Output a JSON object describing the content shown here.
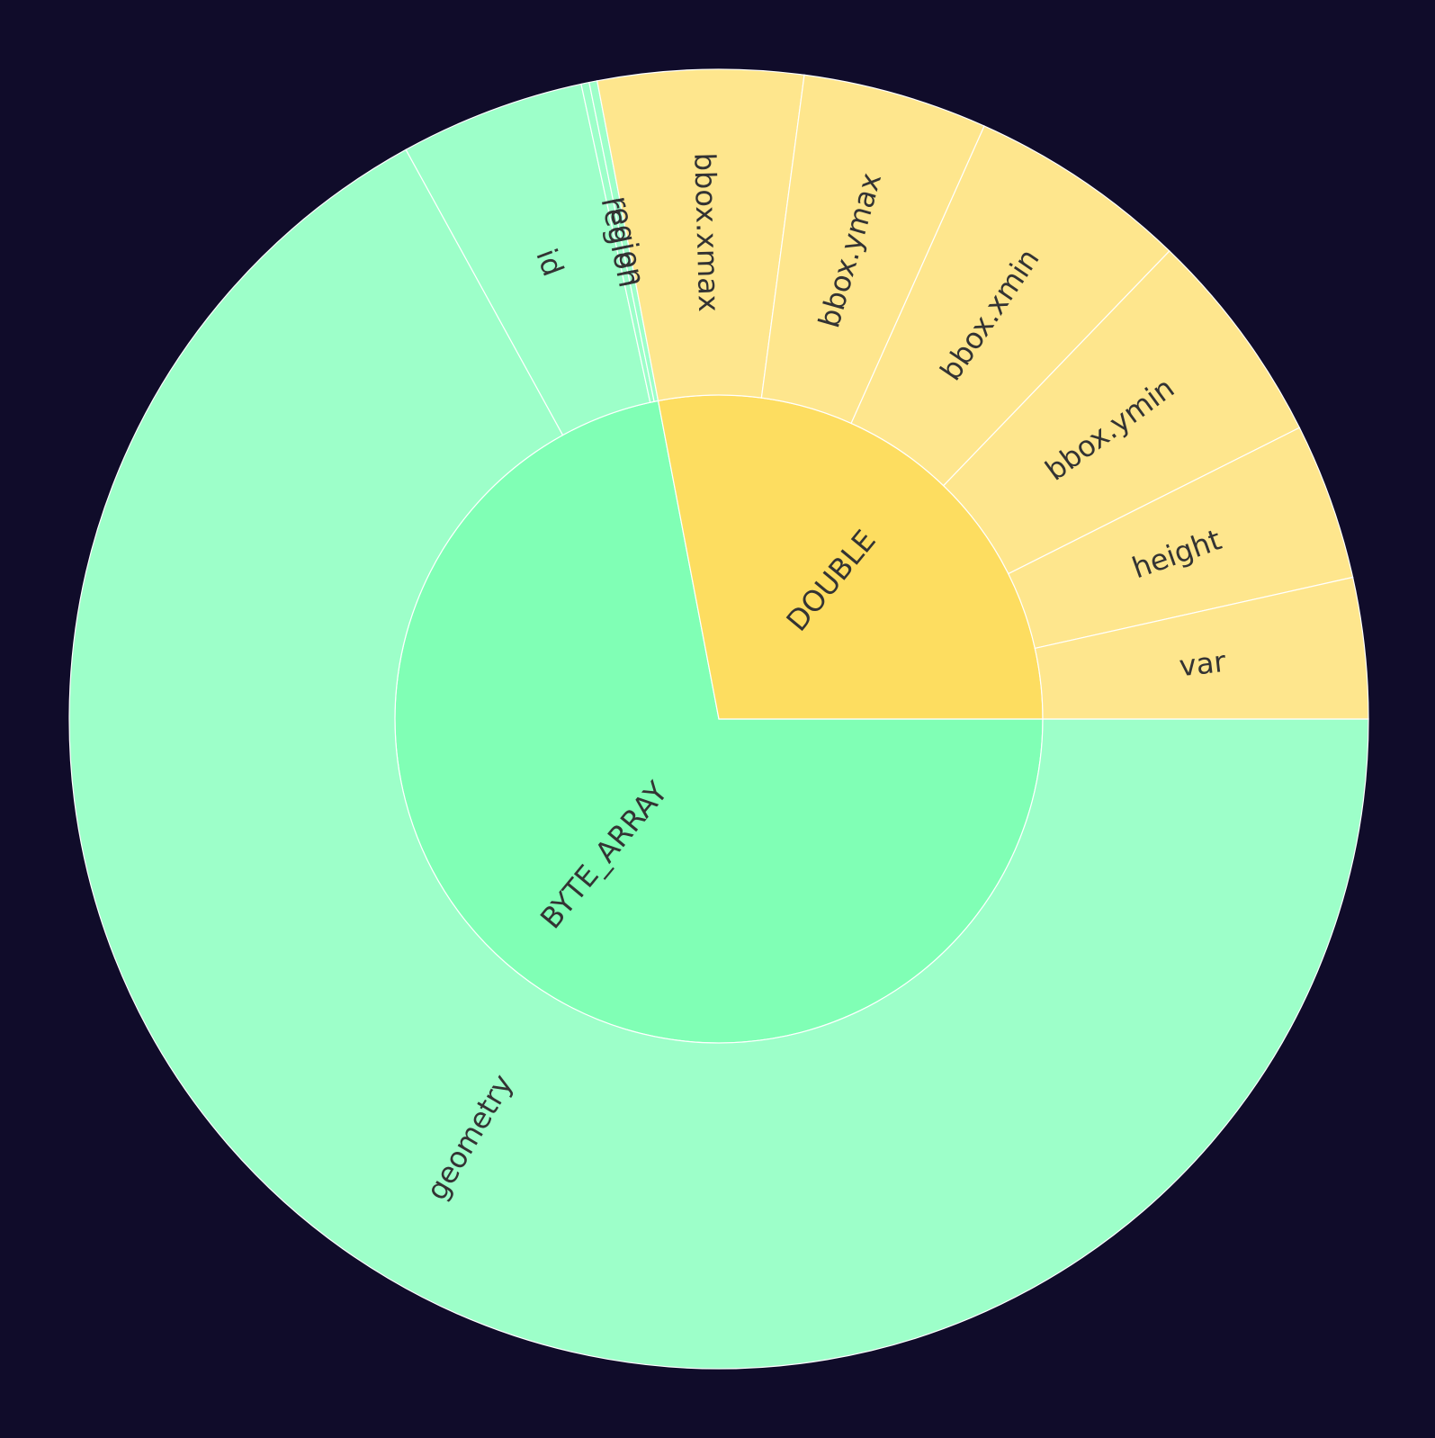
{
  "chart_data": {
    "type": "sunburst",
    "colors": {
      "background": "#100c2a",
      "BYTE_ARRAY": "#80ffb5",
      "BYTE_ARRAY_leaf": "#9dffc9",
      "DOUBLE": "#fddd60",
      "DOUBLE_leaf": "#fee68d"
    },
    "inner": [
      {
        "name": "BYTE_ARRAY",
        "value": 72.0,
        "color": "#80ffb5"
      },
      {
        "name": "DOUBLE",
        "value": 28.0,
        "color": "#fddd60"
      }
    ],
    "outer": [
      {
        "name": "geometry",
        "parent": "BYTE_ARRAY",
        "value": 67.0,
        "color": "#9dffc9"
      },
      {
        "name": "id",
        "parent": "BYTE_ARRAY",
        "value": 4.6,
        "color": "#9dffc9"
      },
      {
        "name": "region",
        "parent": "BYTE_ARRAY",
        "value": 0.2,
        "color": "#9dffc9"
      },
      {
        "name": "region",
        "parent": "BYTE_ARRAY",
        "value": 0.2,
        "color": "#9dffc9"
      },
      {
        "name": "bbox.xmax",
        "parent": "DOUBLE",
        "value": 5.1,
        "color": "#fee68d"
      },
      {
        "name": "bbox.ymax",
        "parent": "DOUBLE",
        "value": 4.6,
        "color": "#fee68d"
      },
      {
        "name": "bbox.xmin",
        "parent": "DOUBLE",
        "value": 5.5,
        "color": "#fee68d"
      },
      {
        "name": "bbox.ymin",
        "parent": "DOUBLE",
        "value": 5.4,
        "color": "#fee68d"
      },
      {
        "name": "height",
        "parent": "DOUBLE",
        "value": 3.9,
        "color": "#fee68d"
      },
      {
        "name": "var",
        "parent": "DOUBLE",
        "value": 3.5,
        "color": "#fee68d"
      }
    ]
  }
}
